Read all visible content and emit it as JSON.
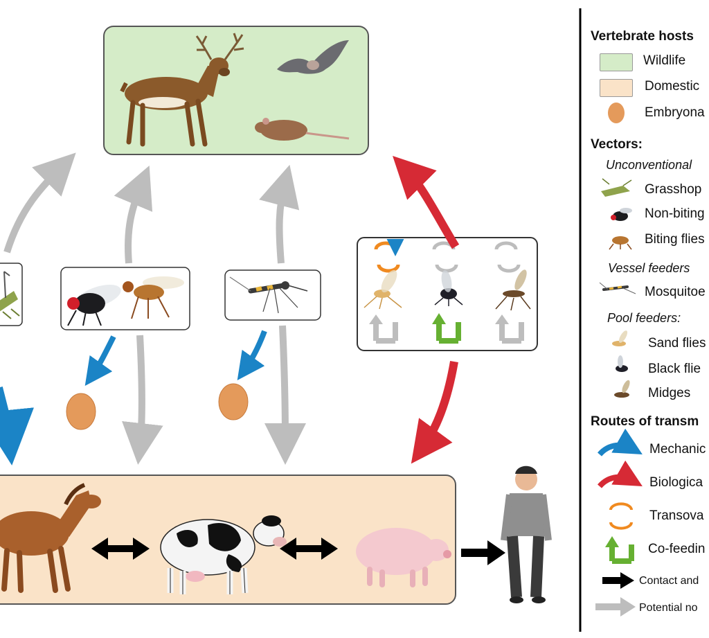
{
  "colors": {
    "wildlife": "#d5ecc8",
    "domestic": "#fae3c8",
    "mechanical": "#1b84c6",
    "biological": "#d62a35",
    "transovarial": "#f08a20",
    "cofeeding": "#66b032",
    "contact": "#000000",
    "potential": "#bdbdbd"
  },
  "legend": {
    "hosts_title": "Vertebrate hosts",
    "wildlife": "Wildlife",
    "domestic": "Domestic",
    "embryonated": "Embryona",
    "vectors_title": "Vectors:",
    "unconventional": "Unconventional",
    "grasshoppers": "Grasshop",
    "non_biting": "Non-biting",
    "biting_flies": "Biting flies",
    "vessel_feeders": "Vessel feeders",
    "mosquitoes": "Mosquitoe",
    "pool_feeders": "Pool feeders:",
    "sand_flies": "Sand flies",
    "black_flies": "Black flie",
    "midges": "Midges",
    "routes_title": "Routes of transm",
    "mechanical": "Mechanic",
    "biological": "Biologica",
    "transovarial": "Transova",
    "cofeeding": "Co-feedin",
    "contact": "Contact and",
    "potential": "Potential no"
  }
}
